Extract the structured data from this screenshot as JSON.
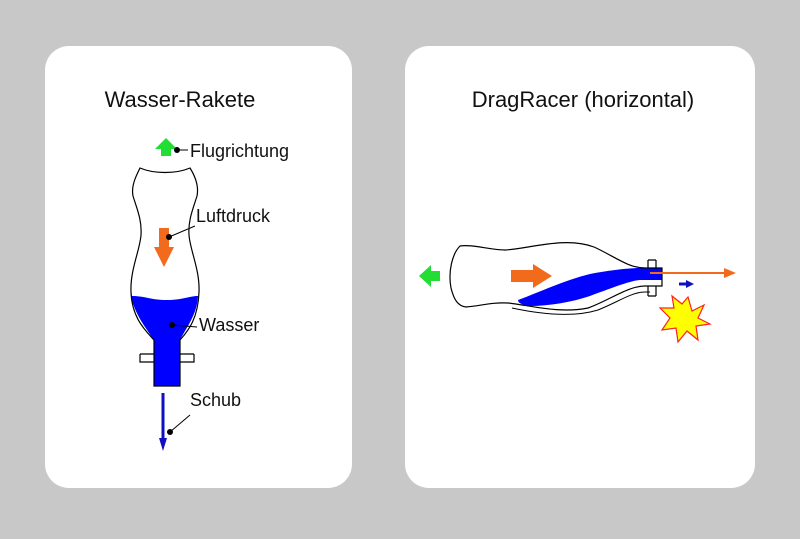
{
  "panels": {
    "rocket": {
      "title": "Wasser-Rakete",
      "labels": {
        "direction": "Flugrichtung",
        "air_pressure": "Luftdruck",
        "water": "Wasser",
        "thrust": "Schub"
      }
    },
    "dragracer": {
      "title": "DragRacer (horizontal)"
    }
  },
  "colors": {
    "background": "#c8c8c8",
    "panel": "#ffffff",
    "water": "#0000ff",
    "thrust_arrow": "#1010c0",
    "pressure_arrow": "#f26a1b",
    "direction_arrow": "#22dd33",
    "explosion_fill": "#ffff00",
    "explosion_stroke": "#ff2020"
  }
}
